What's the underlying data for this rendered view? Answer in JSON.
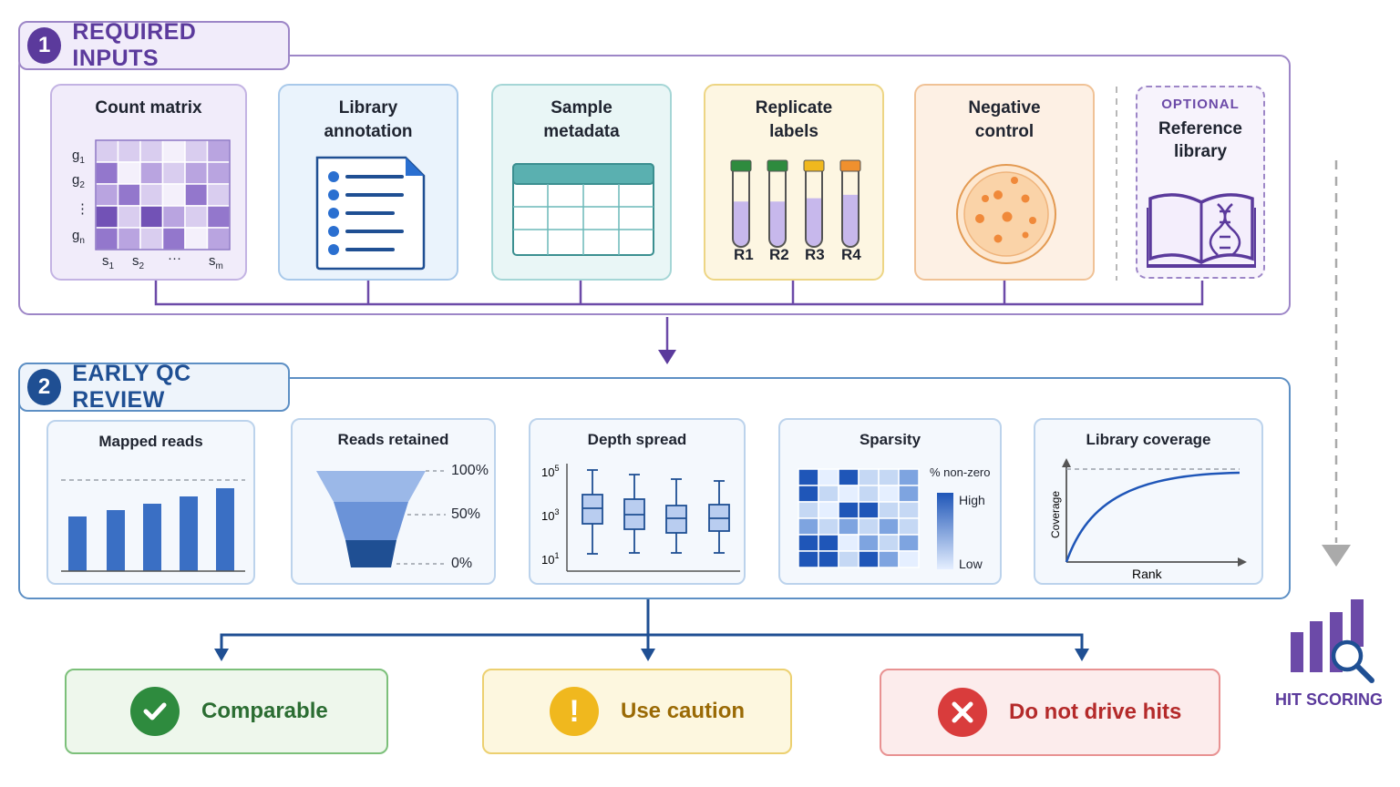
{
  "sections": {
    "inputs": {
      "number": "1",
      "title": "REQUIRED INPUTS"
    },
    "qc": {
      "number": "2",
      "title": "EARLY QC REVIEW"
    }
  },
  "inputs": {
    "count_matrix": {
      "title": "Count matrix",
      "rows": [
        "g1",
        "g2",
        "⋮",
        "gn"
      ],
      "cols": [
        "s1",
        "s2",
        "···",
        "sm"
      ]
    },
    "library_annotation": {
      "title": "Library\nannotation"
    },
    "sample_metadata": {
      "title": "Sample\nmetadata"
    },
    "replicate_labels": {
      "title": "Replicate\nlabels",
      "tubes": [
        "R1",
        "R2",
        "R3",
        "R4"
      ],
      "fills": [
        0.55,
        0.55,
        0.6,
        0.65
      ],
      "cap_colors": [
        "#2e8b3e",
        "#2e8b3e",
        "#f0b81e",
        "#f0902e"
      ]
    },
    "negative_control": {
      "title": "Negative\ncontrol"
    },
    "reference_library": {
      "optional": "OPTIONAL",
      "title": "Reference\nlibrary"
    }
  },
  "qc": {
    "mapped_reads": {
      "title": "Mapped reads"
    },
    "reads_retained": {
      "title": "Reads retained",
      "levels": [
        "100%",
        "50%",
        "0%"
      ]
    },
    "depth_spread": {
      "title": "Depth spread",
      "y_ticks": [
        "10",
        "10",
        "10"
      ],
      "y_exps": [
        "5",
        "3",
        "1"
      ]
    },
    "sparsity": {
      "title": "Sparsity",
      "legend_title": "% non-zero",
      "high": "High",
      "low": "Low"
    },
    "library_coverage": {
      "title": "Library coverage",
      "xlabel": "Rank",
      "ylabel": "Coverage"
    }
  },
  "outcomes": {
    "comparable": {
      "label": "Comparable",
      "icon": "check-icon"
    },
    "caution": {
      "label": "Use caution",
      "icon": "exclamation-icon"
    },
    "no_hits": {
      "label": "Do not drive hits",
      "icon": "x-icon"
    }
  },
  "hit_scoring": {
    "label": "HIT SCORING",
    "icon": "bar-chart-magnifier-icon"
  },
  "colors": {
    "purple": "#5b3a9c",
    "blue": "#1f4f93",
    "green": "#2e8b3e",
    "yellow": "#f0b81e",
    "red": "#d93c3c"
  }
}
